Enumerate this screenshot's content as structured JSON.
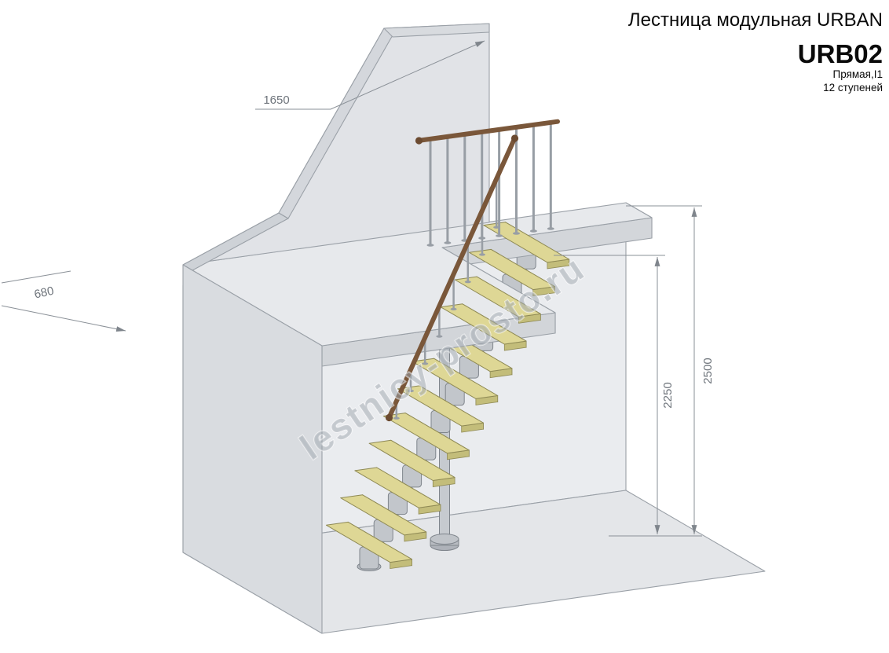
{
  "title_block": {
    "series": "Лестница модульная URBAN",
    "model": "URB02",
    "variant": "Прямая,I1",
    "steps": "12 ступеней"
  },
  "dimensions": {
    "wall_top_length": "1650",
    "side_offset": "680",
    "floor_to_floor": "2500",
    "floor_to_landing": "2250"
  },
  "watermark": "lestnicy-prosto.ru",
  "stair_drawing": {
    "step_count": 12,
    "landing_baluster_count": 8,
    "stair_baluster_count": 8,
    "colors": {
      "tread_top": "#ded795",
      "tread_side": "#c3bd7a",
      "tread_side_light": "#cfc983",
      "tread_edge": "#8f8a55",
      "metal": "#c2c6cb",
      "metal_light": "#a7acb2",
      "metal_edge": "#7f858c",
      "baluster": "#989ea5",
      "handrail": "#7a573a",
      "handrail_ball": "#6b4a30",
      "structure_fill": "#e4e6ea",
      "structure_edge": "#9aa0a7",
      "dimension_line": "#8a9097",
      "dimension_text": "#6e747b",
      "watermark_fill": "#9ea5ad",
      "title_text": "#0a0a0a"
    }
  }
}
